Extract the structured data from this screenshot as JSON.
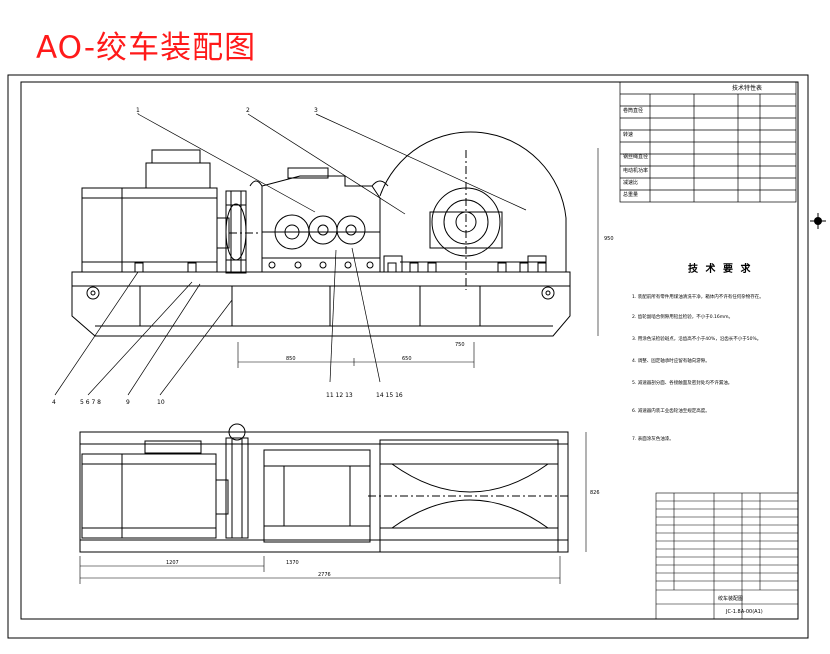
{
  "title": "AO-绞车装配图",
  "spec_table": {
    "heading": "技术特性表",
    "rows": [
      "卷筒直径",
      "转速",
      "钢丝绳直径",
      "电动机功率",
      "减速比",
      "总重量"
    ]
  },
  "notes": {
    "heading": "技 术 要 求",
    "items": [
      "1. 装配前所有零件用煤油清洗干净，箱体内不许有任何杂物存在。",
      "2. 齿轮副啮合侧隙用铅丝检验，不小于0.16mm。",
      "3. 用涂色法检验斑点，沿齿高不小于40%，沿齿长不小于50%。",
      "4. 调整、固定轴承时应留有轴向游隙。",
      "5. 减速器剖分面、各接触面及密封处均不许漏油。",
      "6. 减速器内装工业齿轮油至规定高度。",
      "7. 表面涂灰色油漆。"
    ]
  },
  "balloons": [
    "1",
    "2",
    "3",
    "4",
    "5 6 7 8",
    "9",
    "10",
    "11 12 13",
    "14 15 16"
  ],
  "dimensions": {
    "front_h": "950",
    "front_w1": "850",
    "front_w2": "650",
    "front_w3": "750",
    "plan_h": "826",
    "plan_w1": "1207",
    "plan_w2": "1370",
    "plan_total": "2776"
  },
  "title_block": {
    "drawing_no": "JC-1.8A-00(A1)",
    "name": "绞车装配图"
  },
  "colors": {
    "title": "#ff1a1a",
    "line": "#000000",
    "paper": "#ffffff"
  }
}
